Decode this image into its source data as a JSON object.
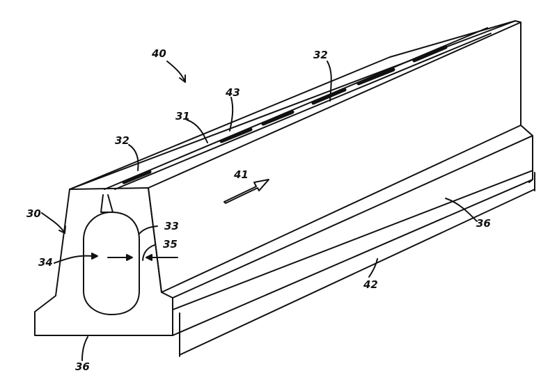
{
  "figure": {
    "labels": {
      "ref_40": "40",
      "ref_32_right": "32",
      "ref_43": "43",
      "ref_31": "31",
      "ref_32_left": "32",
      "ref_41": "41",
      "ref_30": "30",
      "ref_33": "33",
      "ref_35": "35",
      "ref_34": "34",
      "ref_36_side": "36",
      "ref_42": "42",
      "ref_36_bottom": "36"
    }
  }
}
